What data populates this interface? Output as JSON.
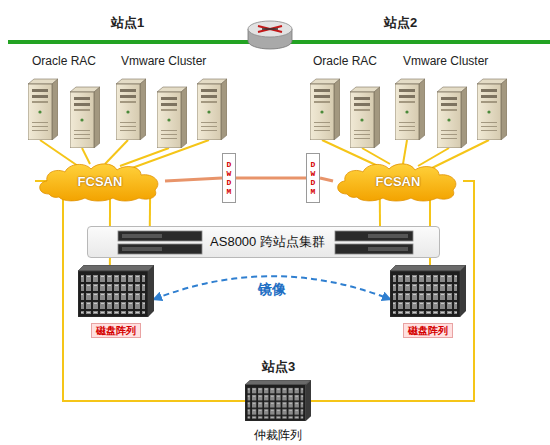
{
  "diagram": {
    "nodes": [
      {
        "text": [
          "FCSAN"
        ]
      },
      {
        "text": [
          "DWDM"
        ]
      },
      {
        "text": [
          "DWDM"
        ]
      },
      {
        "text": [
          "FCSAN"
        ]
      },
      {
        "text": [
          "AS8000 跨站点集群"
        ]
      },
      {
        "text": [
          "磁盘阵列"
        ]
      },
      {
        "text": [
          "磁盘阵列"
        ]
      },
      {
        "text": [
          "仲裁阵列"
        ]
      }
    ],
    "edges": [
      {
        "from": 0,
        "to": 1,
        "arrow": "none"
      },
      {
        "from": 1,
        "to": 2,
        "arrow": "none"
      },
      {
        "from": 2,
        "to": 3,
        "arrow": "none"
      },
      {
        "from": 0,
        "to": 4,
        "arrow": "none"
      },
      {
        "from": 3,
        "to": 4,
        "arrow": "none"
      },
      {
        "from": 0,
        "to": 5,
        "arrow": "none"
      },
      {
        "from": 3,
        "to": 6,
        "arrow": "none"
      },
      {
        "from": 0,
        "to": 7,
        "arrow": "none"
      },
      {
        "from": 3,
        "to": 7,
        "arrow": "none"
      },
      {
        "from": 5,
        "to": 6,
        "label": "镜像",
        "arrow": "both"
      }
    ],
    "labels": [
      "站点1",
      "站点2",
      "Oracle RAC",
      "Vmware Cluster",
      "Oracle RAC",
      "Vmware Cluster",
      "站点3"
    ]
  }
}
